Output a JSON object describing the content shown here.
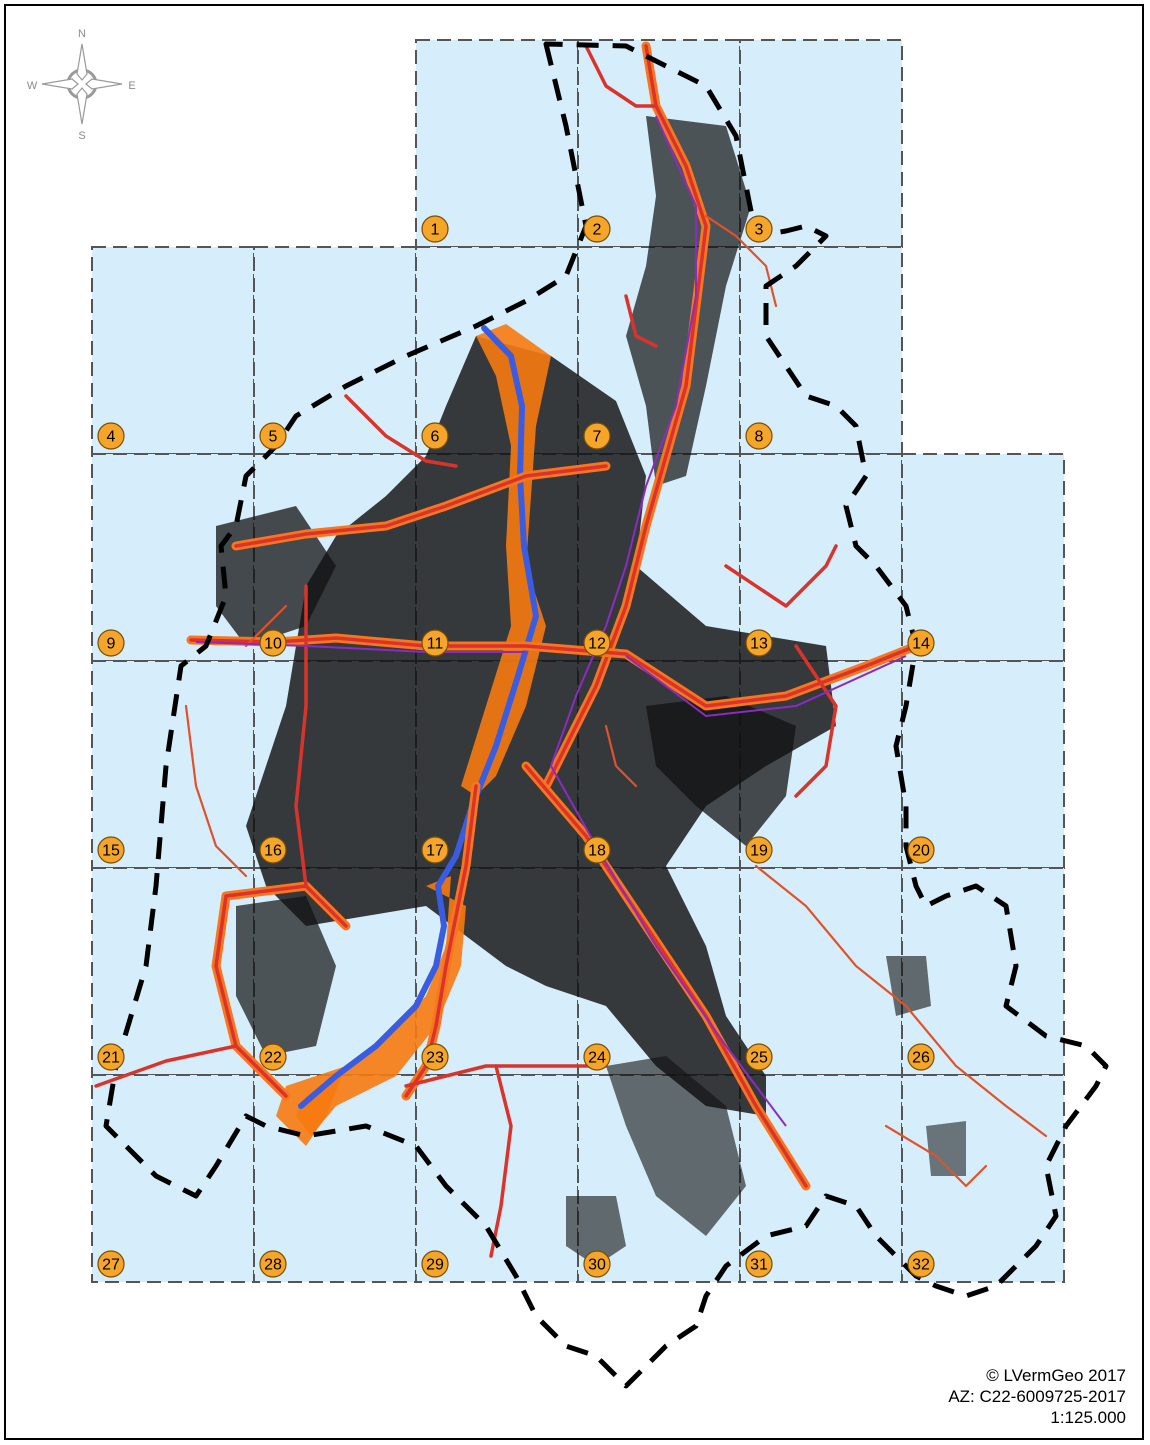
{
  "compass": {
    "north": "N",
    "east": "E",
    "south": "S",
    "west": "W"
  },
  "tiles": [
    {
      "label": "1",
      "col": 2,
      "row": 0
    },
    {
      "label": "2",
      "col": 3,
      "row": 0
    },
    {
      "label": "3",
      "col": 4,
      "row": 0
    },
    {
      "label": "4",
      "col": 0,
      "row": 1
    },
    {
      "label": "5",
      "col": 1,
      "row": 1
    },
    {
      "label": "6",
      "col": 2,
      "row": 1
    },
    {
      "label": "7",
      "col": 3,
      "row": 1
    },
    {
      "label": "8",
      "col": 4,
      "row": 1
    },
    {
      "label": "9",
      "col": 0,
      "row": 2
    },
    {
      "label": "10",
      "col": 1,
      "row": 2
    },
    {
      "label": "11",
      "col": 2,
      "row": 2
    },
    {
      "label": "12",
      "col": 3,
      "row": 2
    },
    {
      "label": "13",
      "col": 4,
      "row": 2
    },
    {
      "label": "14",
      "col": 5,
      "row": 2
    },
    {
      "label": "15",
      "col": 0,
      "row": 3
    },
    {
      "label": "16",
      "col": 1,
      "row": 3
    },
    {
      "label": "17",
      "col": 2,
      "row": 3
    },
    {
      "label": "18",
      "col": 3,
      "row": 3
    },
    {
      "label": "19",
      "col": 4,
      "row": 3
    },
    {
      "label": "20",
      "col": 5,
      "row": 3
    },
    {
      "label": "21",
      "col": 0,
      "row": 4
    },
    {
      "label": "22",
      "col": 1,
      "row": 4
    },
    {
      "label": "23",
      "col": 2,
      "row": 4
    },
    {
      "label": "24",
      "col": 3,
      "row": 4
    },
    {
      "label": "25",
      "col": 4,
      "row": 4
    },
    {
      "label": "26",
      "col": 5,
      "row": 4
    },
    {
      "label": "27",
      "col": 0,
      "row": 5
    },
    {
      "label": "28",
      "col": 1,
      "row": 5
    },
    {
      "label": "29",
      "col": 2,
      "row": 5
    },
    {
      "label": "30",
      "col": 3,
      "row": 5
    },
    {
      "label": "31",
      "col": 4,
      "row": 5
    },
    {
      "label": "32",
      "col": 5,
      "row": 5
    }
  ],
  "colors": {
    "tile_fill": "#d6eefb",
    "badge": "#f4a52a",
    "road": "#d9342b",
    "road_halo": "#f7761e",
    "river": "#3a5ce0",
    "railway": "#8a2cc0",
    "urban": "#111111",
    "boundary": "#000000"
  },
  "credits": {
    "copyright": "© LVermGeo 2017",
    "reference": "AZ: C22-6009725-2017",
    "scale": "1:125.000"
  }
}
